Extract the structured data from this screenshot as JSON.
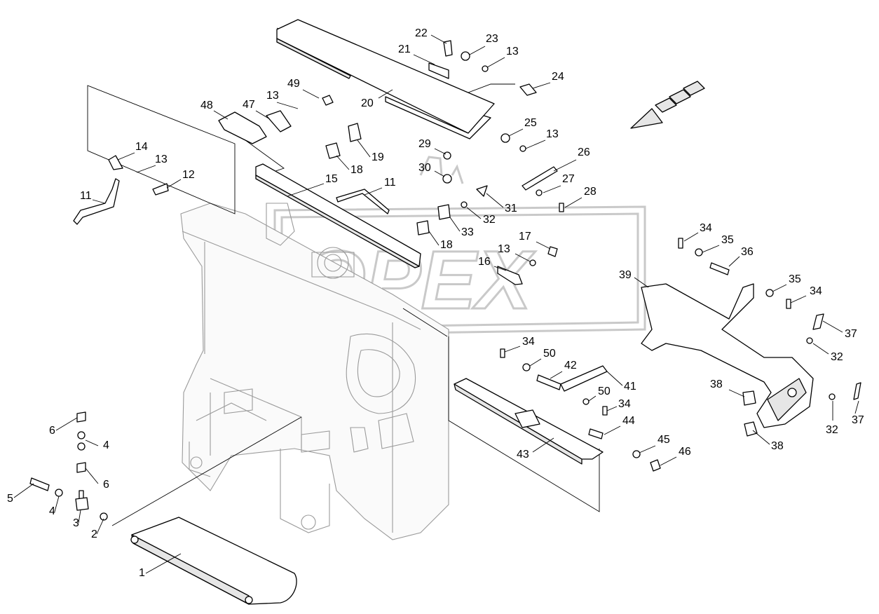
{
  "watermark": {
    "text": "OPEX"
  },
  "callouts": [
    {
      "id": "c1",
      "label": "1"
    },
    {
      "id": "c2",
      "label": "2"
    },
    {
      "id": "c3",
      "label": "3"
    },
    {
      "id": "c4a",
      "label": "4"
    },
    {
      "id": "c4b",
      "label": "4"
    },
    {
      "id": "c5",
      "label": "5"
    },
    {
      "id": "c6a",
      "label": "6"
    },
    {
      "id": "c6b",
      "label": "6"
    },
    {
      "id": "c11a",
      "label": "11"
    },
    {
      "id": "c11b",
      "label": "11"
    },
    {
      "id": "c12",
      "label": "12"
    },
    {
      "id": "c13a",
      "label": "13"
    },
    {
      "id": "c13b",
      "label": "13"
    },
    {
      "id": "c13c",
      "label": "13"
    },
    {
      "id": "c13d",
      "label": "13"
    },
    {
      "id": "c13e",
      "label": "13"
    },
    {
      "id": "c14",
      "label": "14"
    },
    {
      "id": "c15",
      "label": "15"
    },
    {
      "id": "c16",
      "label": "16"
    },
    {
      "id": "c17",
      "label": "17"
    },
    {
      "id": "c18a",
      "label": "18"
    },
    {
      "id": "c18b",
      "label": "18"
    },
    {
      "id": "c19",
      "label": "19"
    },
    {
      "id": "c20",
      "label": "20"
    },
    {
      "id": "c21",
      "label": "21"
    },
    {
      "id": "c22",
      "label": "22"
    },
    {
      "id": "c23",
      "label": "23"
    },
    {
      "id": "c24",
      "label": "24"
    },
    {
      "id": "c25",
      "label": "25"
    },
    {
      "id": "c26",
      "label": "26"
    },
    {
      "id": "c27",
      "label": "27"
    },
    {
      "id": "c28",
      "label": "28"
    },
    {
      "id": "c29",
      "label": "29"
    },
    {
      "id": "c30",
      "label": "30"
    },
    {
      "id": "c31",
      "label": "31"
    },
    {
      "id": "c32a",
      "label": "32"
    },
    {
      "id": "c32b",
      "label": "32"
    },
    {
      "id": "c32c",
      "label": "32"
    },
    {
      "id": "c33",
      "label": "33"
    },
    {
      "id": "c34a",
      "label": "34"
    },
    {
      "id": "c34b",
      "label": "34"
    },
    {
      "id": "c34c",
      "label": "34"
    },
    {
      "id": "c34d",
      "label": "34"
    },
    {
      "id": "c35a",
      "label": "35"
    },
    {
      "id": "c35b",
      "label": "35"
    },
    {
      "id": "c36",
      "label": "36"
    },
    {
      "id": "c37a",
      "label": "37"
    },
    {
      "id": "c37b",
      "label": "37"
    },
    {
      "id": "c38a",
      "label": "38"
    },
    {
      "id": "c38b",
      "label": "38"
    },
    {
      "id": "c39",
      "label": "39"
    },
    {
      "id": "c41",
      "label": "41"
    },
    {
      "id": "c42",
      "label": "42"
    },
    {
      "id": "c43",
      "label": "43"
    },
    {
      "id": "c44",
      "label": "44"
    },
    {
      "id": "c45",
      "label": "45"
    },
    {
      "id": "c46",
      "label": "46"
    },
    {
      "id": "c47",
      "label": "47"
    },
    {
      "id": "c48",
      "label": "48"
    },
    {
      "id": "c49",
      "label": "49"
    },
    {
      "id": "c50a",
      "label": "50"
    },
    {
      "id": "c50b",
      "label": "50"
    }
  ]
}
